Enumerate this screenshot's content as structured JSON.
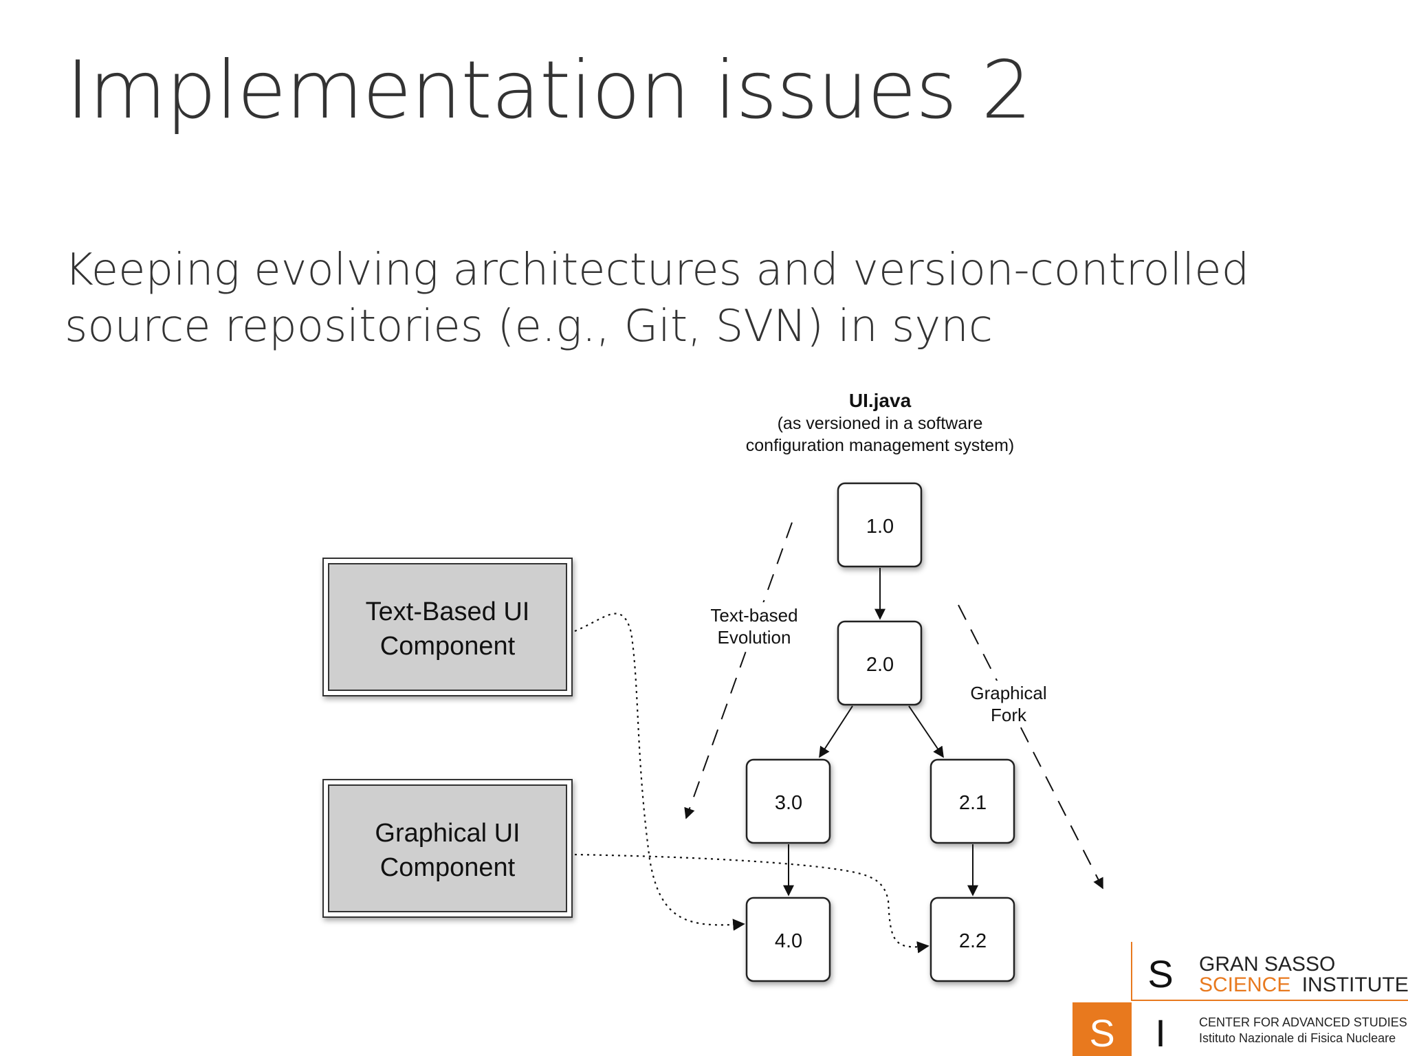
{
  "slide": {
    "title": "Implementation issues 2",
    "subtitle_line1": "Keeping evolving architectures and version-controlled",
    "subtitle_line2": "source repositories (e.g., Git, SVN) in sync"
  },
  "diagram": {
    "file_title": "UI.java",
    "file_caption_line1": "(as versioned in a software",
    "file_caption_line2": "configuration management system)",
    "components": [
      {
        "line1": "Text-Based UI",
        "line2": "Component"
      },
      {
        "line1": "Graphical UI",
        "line2": "Component"
      }
    ],
    "versions": [
      "1.0",
      "2.0",
      "3.0",
      "2.1",
      "4.0",
      "2.2"
    ],
    "text_evolution_line1": "Text-based",
    "text_evolution_line2": "Evolution",
    "graphical_fork_line1": "Graphical",
    "graphical_fork_line2": "Fork"
  },
  "logo": {
    "letter_s": "S",
    "letter_i": "I",
    "name_line1": "GRAN SASSO",
    "name_line2_accent": "SCIENCE",
    "name_line2_rest": "INSTITUTE",
    "tagline1": "CENTER FOR ADVANCED STUDIES",
    "tagline2": "Istituto Nazionale di Fisica Nucleare",
    "accent_color": "#e8791e"
  }
}
